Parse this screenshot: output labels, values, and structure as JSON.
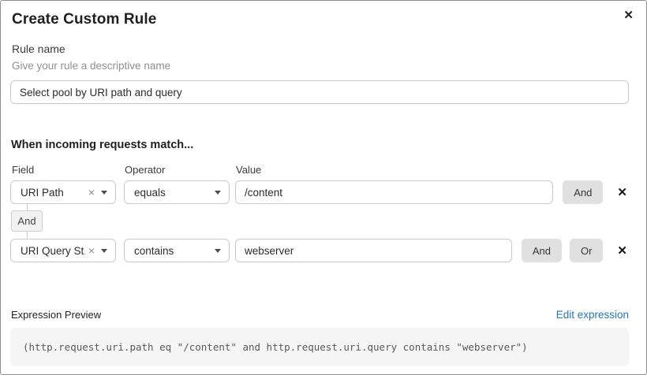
{
  "modal": {
    "title": "Create Custom Rule"
  },
  "icons": {
    "close": "✕",
    "clear": "×",
    "remove": "✕"
  },
  "rule_name": {
    "label": "Rule name",
    "helper": "Give your rule a descriptive name",
    "value": "Select pool by URI path and query"
  },
  "match": {
    "heading": "When incoming requests match...",
    "columns": {
      "field": "Field",
      "operator": "Operator",
      "value": "Value"
    },
    "connector_label": "And",
    "rows": [
      {
        "field": "URI Path",
        "operator": "equals",
        "value": "/content",
        "buttons": [
          "And"
        ]
      },
      {
        "field": "URI Query St...",
        "operator": "contains",
        "value": "webserver",
        "buttons": [
          "And",
          "Or"
        ]
      }
    ]
  },
  "expression": {
    "label": "Expression Preview",
    "edit_link": "Edit expression",
    "code": "(http.request.uri.path eq \"/content\" and http.request.uri.query contains \"webserver\")"
  },
  "colors": {
    "link_blue": "#2575bb",
    "button_gray": "#e0e0e0",
    "border_gray": "#c9c9c9",
    "code_bg": "#f5f5f5",
    "modal_border": "#8d8d8d"
  }
}
